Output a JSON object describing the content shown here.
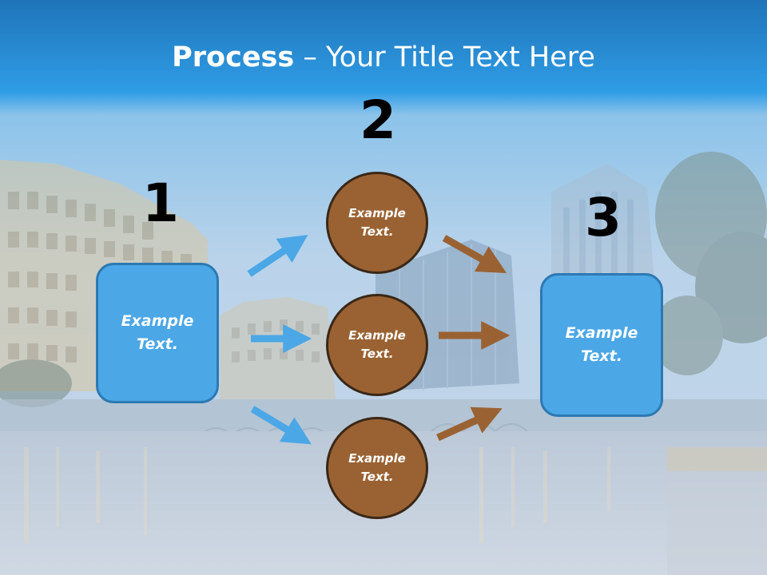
{
  "title": {
    "bold": "Process",
    "rest": " – Your Title Text Here"
  },
  "steps": {
    "n1": "1",
    "n2": "2",
    "n3": "3"
  },
  "left_box": {
    "line1": "Example",
    "line2": "Text."
  },
  "right_box": {
    "line1": "Example",
    "line2": "Text."
  },
  "circles": [
    {
      "line1": "Example",
      "line2": "Text."
    },
    {
      "line1": "Example",
      "line2": "Text."
    },
    {
      "line1": "Example",
      "line2": "Text."
    }
  ],
  "colors": {
    "header_blue": "#2a8fd8",
    "box_blue": "#4ba7e6",
    "box_border": "#2c79b3",
    "circle_brown": "#9a6233",
    "circle_border": "#3a2717",
    "arrow_blue": "#4ba7e6",
    "arrow_brown": "#9a6233"
  }
}
